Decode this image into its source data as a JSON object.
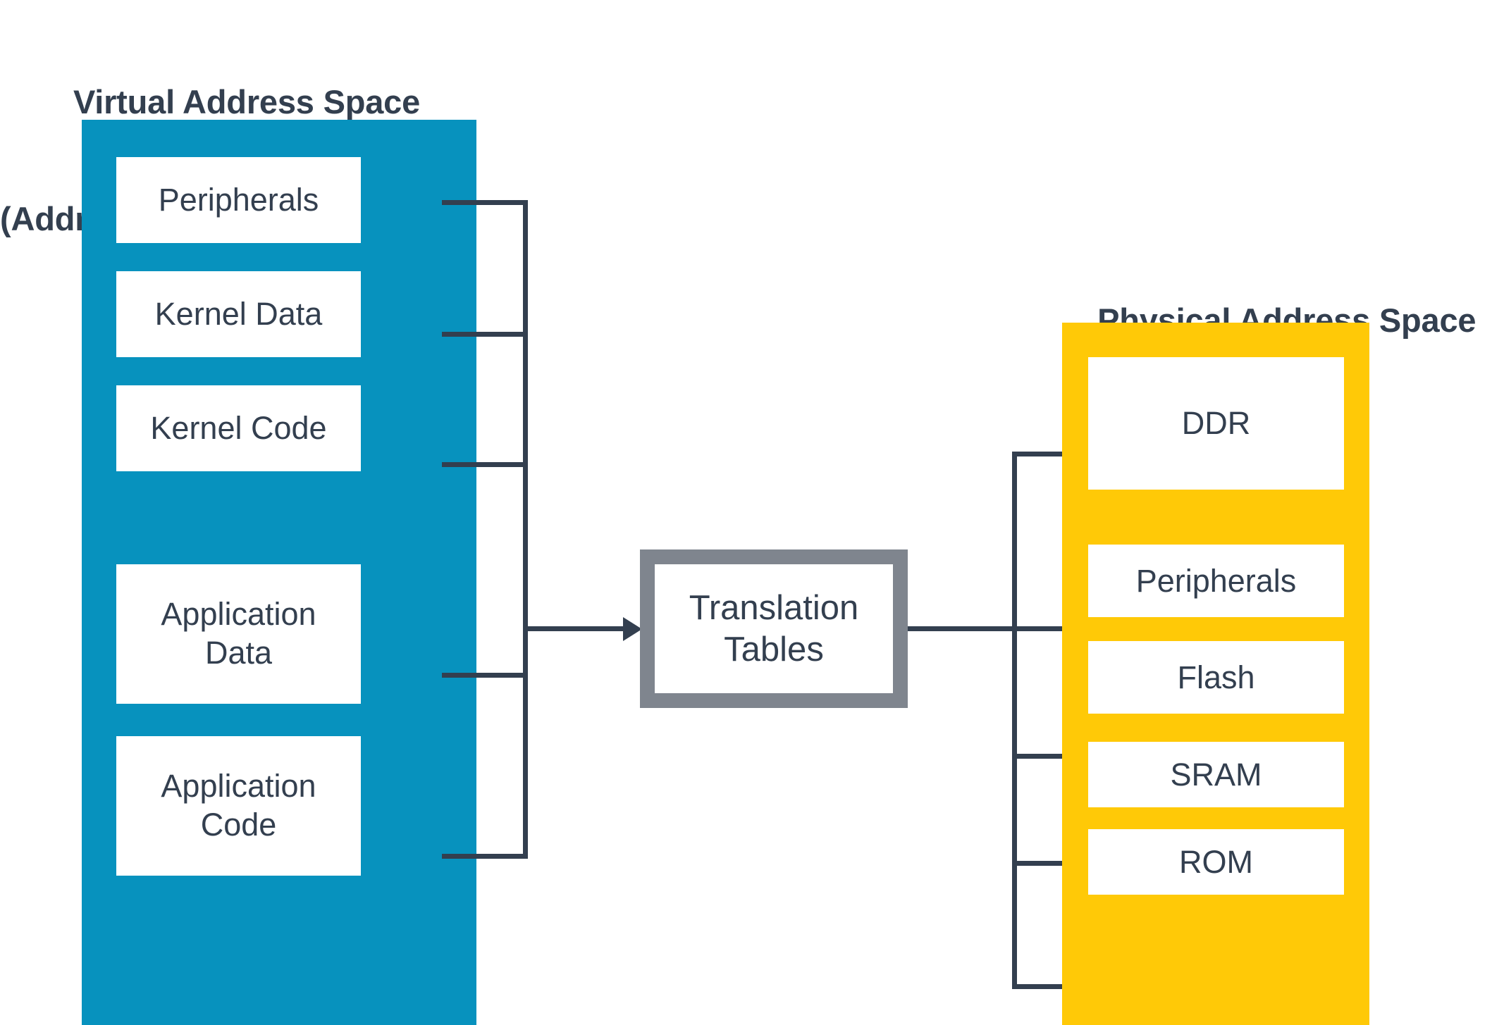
{
  "colors": {
    "virtual_blue": "#0792BE",
    "physical_yellow": "#FFC907",
    "translation_gray": "#7F858E",
    "text_dark": "#333F4F",
    "segment_fill": "#FFFFFF"
  },
  "virtual_address_space": {
    "title_line1": "Virtual Address Space",
    "title_line2": "(Addresses seen by software)",
    "segments": [
      {
        "label": "Peripherals"
      },
      {
        "label": "Kernel Data"
      },
      {
        "label": "Kernel Code"
      },
      {
        "label": "Application\nData"
      },
      {
        "label": "Application\nCode"
      }
    ]
  },
  "translation": {
    "label_line1": "Translation",
    "label_line2": "Tables"
  },
  "physical_address_space": {
    "title": "Physical Address Space",
    "segments": [
      {
        "label": "DDR"
      },
      {
        "label": "Peripherals"
      },
      {
        "label": "Flash"
      },
      {
        "label": "SRAM"
      },
      {
        "label": "ROM"
      }
    ]
  }
}
